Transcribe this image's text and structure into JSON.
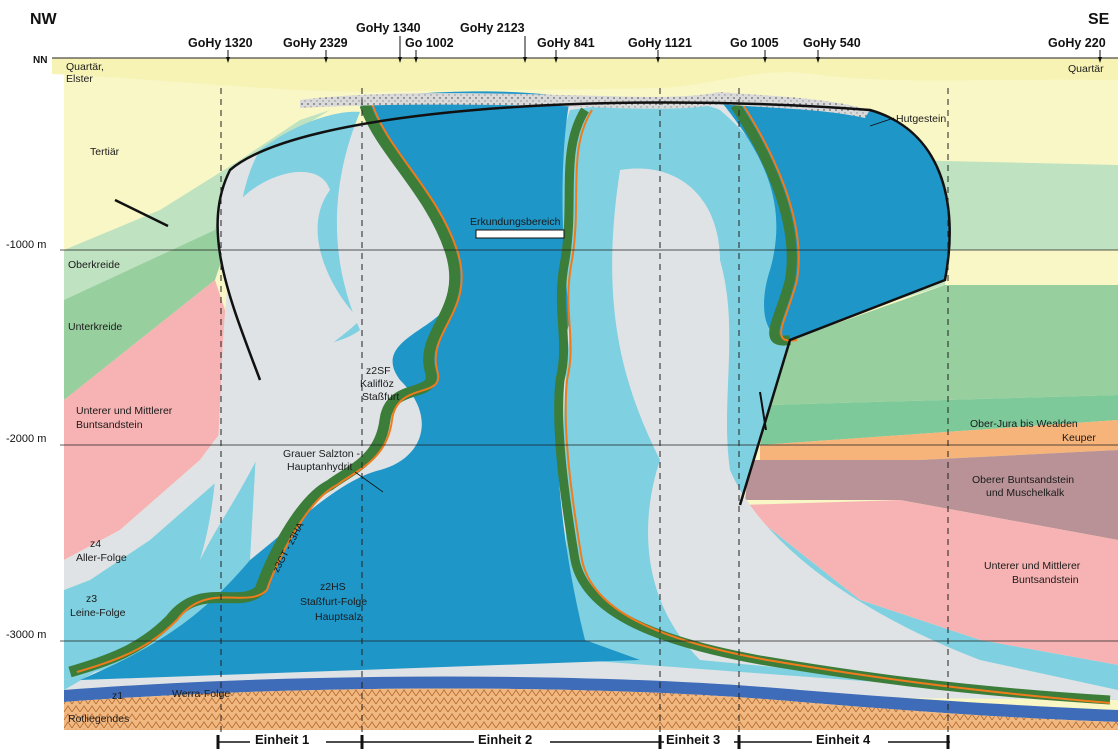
{
  "directions": {
    "left": "NW",
    "right": "SE"
  },
  "sea_level_label": "NN",
  "boreholes": [
    "GoHy 1320",
    "GoHy 2329",
    "GoHy 1340",
    "Go 1002",
    "GoHy 2123",
    "GoHy 841",
    "GoHy 1121",
    "Go 1005",
    "GoHy 540",
    "GoHy 220"
  ],
  "depth_labels": [
    "-1000 m",
    "-2000 m",
    "-3000 m"
  ],
  "units": {
    "quartaer_left": "Quartär,",
    "elster": "Elster",
    "quartaer_right": "Quartär",
    "tertiaer": "Tertiär",
    "oberkreide": "Oberkreide",
    "unterkreide": "Unterkreide",
    "buntsandstein_left": [
      "Unterer und Mittlerer",
      "Buntsandstein"
    ],
    "z4": [
      "z4",
      "Aller-Folge"
    ],
    "z3": [
      "z3",
      "Leine-Folge"
    ],
    "z1": "z1",
    "werra": "Werra-Folge",
    "rotliegendes": "Rotliegendes",
    "hutgestein": "Hutgestein",
    "erkundungsbereich": "Erkundungsbereich",
    "kaliflоez": [
      "z2SF",
      "Kaliflöz",
      "Staßfurt"
    ],
    "salzton": [
      "Grauer Salzton -",
      "Hauptanhydrit"
    ],
    "z3gt": "z3GT - z3HA",
    "hauptsalz": [
      "z2HS",
      "Staßfurt-Folge",
      "Hauptsalz"
    ],
    "oberjura": "Ober-Jura bis Wealden",
    "keuper": "Keuper",
    "oberer_bunt": [
      "Oberer Buntsandstein",
      "und Muschelkalk"
    ],
    "buntsandstein_right": [
      "Unterer und Mittlerer",
      "Buntsandstein"
    ]
  },
  "einheiten": [
    "Einheit 1",
    "Einheit 2",
    "Einheit 3",
    "Einheit 4"
  ],
  "colors": {
    "quaternary": "#f7f3b4",
    "tertiary": "#f9f7c6",
    "oberkreide": "#bfe2c0",
    "unterkreide": "#98cf9f",
    "buntsandstein": "#f7b3b3",
    "keuper": "#f6b37a",
    "oberer_bunt": "#b89296",
    "aller": "#dfe3e6",
    "leine": "#7fd0e0",
    "hauptsalz": "#1e96c8",
    "kali": "#f07b1c",
    "anhydrit": "#3c7d3a",
    "werra": "#3f6cb8",
    "rotliegendes": "#f1b781"
  }
}
